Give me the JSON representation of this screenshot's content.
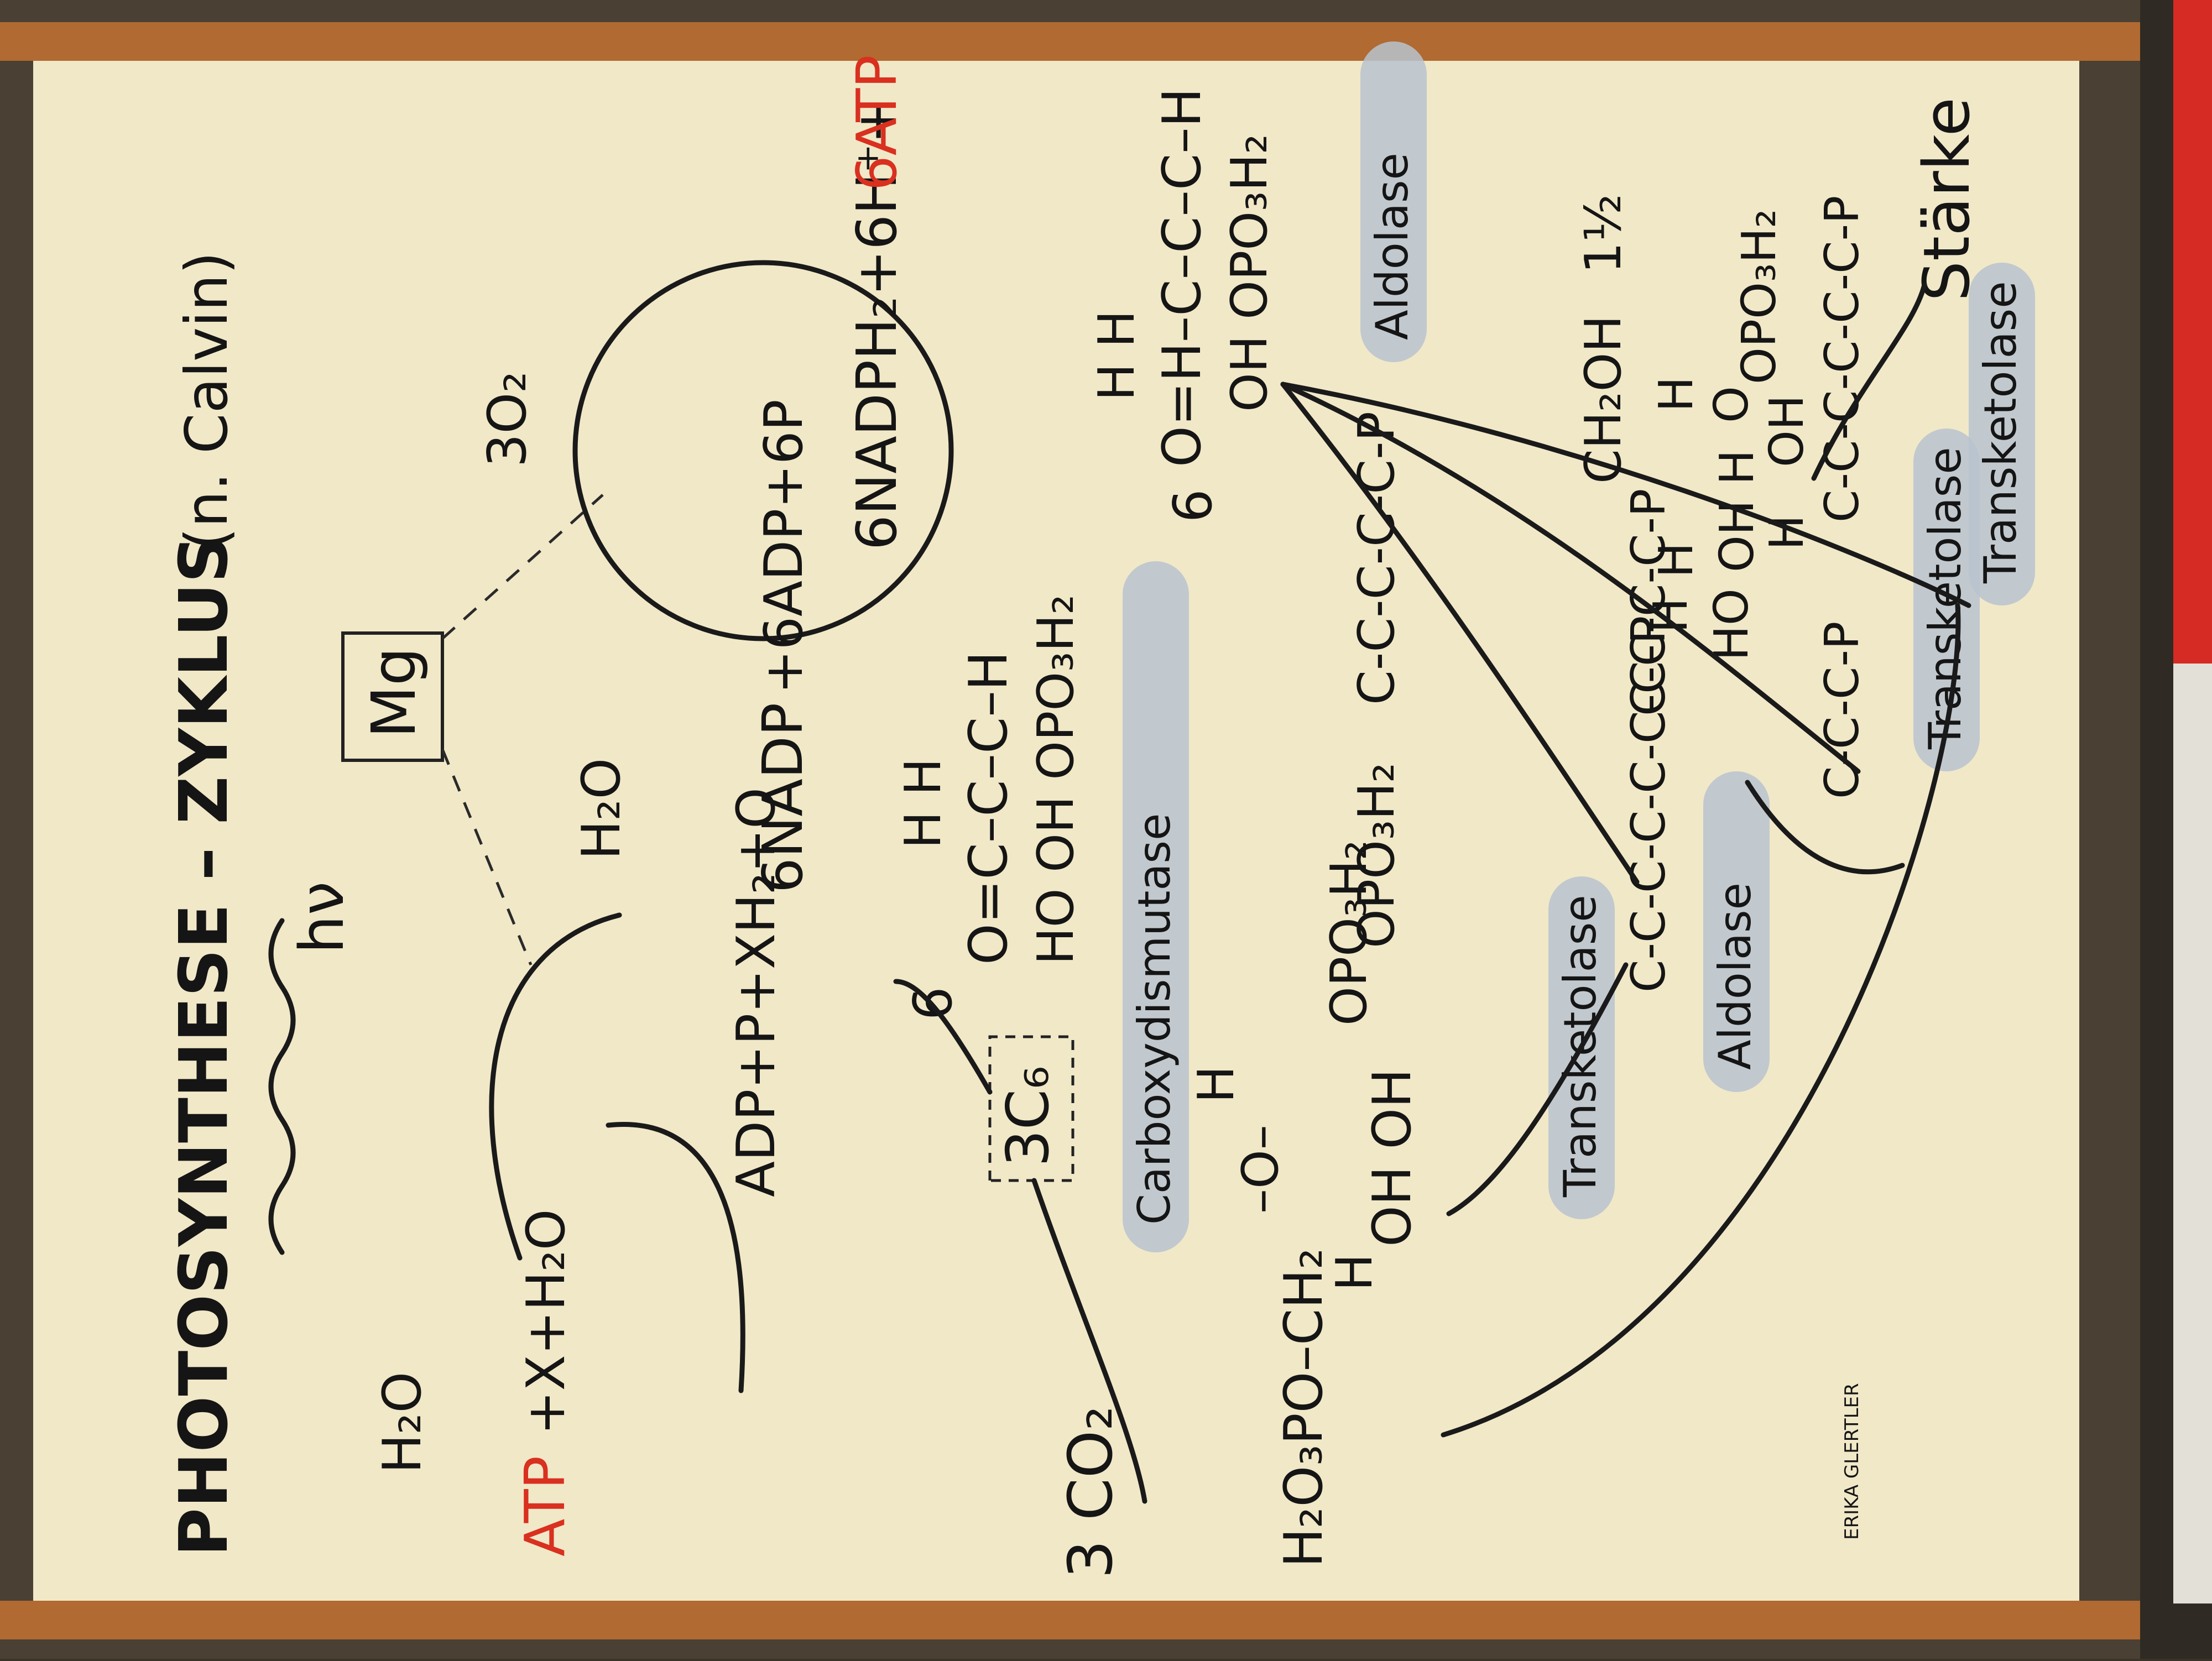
{
  "poster": {
    "title": "PHOTOSYNTHESE – ZYKLUS",
    "subtitle": "(n. Calvin)",
    "author": "ERIKA GLERTLER",
    "colors": {
      "paper": "#f1e8c8",
      "ink": "#151515",
      "red": "#d9301f",
      "blue": "#1d2a4a",
      "enzyme": "#b9c3cf",
      "wood": "#b06a32"
    }
  },
  "light": {
    "label": "hν",
    "pigment": "Mg"
  },
  "left_cycle": {
    "atp": "ATP",
    "atp_rest": "+X+H₂O",
    "h2o_out": "H₂O",
    "adp": "ADP+P+XH₂+O",
    "h2o_in": "H₂O",
    "o2": "3O₂"
  },
  "nadp_cycle": {
    "nadp_pre": "6NADP",
    "nadp_post": "+6ADP+6P",
    "nadph_pre": "6NADPH₂+6H⁺+",
    "atp6": "6ATP"
  },
  "pga": {
    "count": "6",
    "line1": "H H",
    "line2": "O=C–C–C–H",
    "line3": "HO    OH OPO₃H₂"
  },
  "gap": {
    "count": "6",
    "line1": "H H",
    "line2": "O=H–C–C–C–H",
    "line3": "OH OPO₃H₂"
  },
  "enzymes": {
    "carboxydismutase": "Carboxydismutase",
    "aldolase_top": "Aldolase",
    "transketolase_mid": "Transketolase",
    "aldolase_mid": "Aldolase",
    "transketolase_bottom": "Transketolase",
    "transketolase_left": "Transketolase"
  },
  "co2": {
    "text": "3 CO₂"
  },
  "c6": {
    "text": "3C₆"
  },
  "ribulose": {
    "left": "H₂O₃PO–CH₂",
    "ring": "–O–",
    "h_top": "H",
    "h_bottom": "H",
    "oh_row": "OH OH",
    "opo": "OPO₃H₂"
  },
  "chains": {
    "c5p": "C-C-C-C-C-P",
    "c7p": "C-C-C-C-C-C-C-P",
    "c4p": "C-C-C-C-P",
    "c6p": "C-C-C-C-C-C-P",
    "c3p": "C-C-C-P",
    "opo3h2": "OPO₃H₂"
  },
  "hexose": {
    "ch2oh": "CH₂OH",
    "frac": "1½",
    "h_top": "H",
    "o": "O",
    "h_ring": "H",
    "oh_h": "OH H",
    "ho": "HO",
    "h_side": "H",
    "oh": "OH",
    "h_bottom": "H",
    "opo": "OPO₃H₂"
  },
  "product": {
    "starch": "Stärke"
  }
}
